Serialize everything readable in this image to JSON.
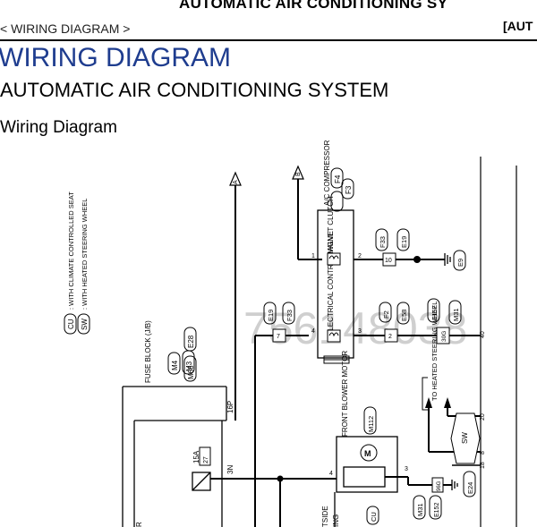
{
  "header": {
    "top_title": "AUTOMATIC AIR CONDITIONING SY",
    "breadcrumb": "< WIRING DIAGRAM >",
    "right_tag": "[AUT"
  },
  "titles": {
    "main": "WIRING DIAGRAM",
    "sub": "AUTOMATIC AIR CONDITIONING SYSTEM",
    "section": "Wiring Diagram"
  },
  "legend": {
    "cu_code": "CU",
    "cu_text": ": WITH CLIMATE CONTROLLED SEAT",
    "sw_code": "SW",
    "sw_text": ": WITH HEATED STEERING WHEEL"
  },
  "watermark": "756148038",
  "arrows": {
    "a": "A",
    "b": "B"
  },
  "fuse_block": {
    "label": "FUSE BLOCK (J/B)",
    "codes": [
      "M4",
      "E28",
      "M3",
      "M68"
    ],
    "pin": "16P"
  },
  "fuse": {
    "amps": "15A",
    "num": "27",
    "pin": "3N"
  },
  "compressor": {
    "label": "A/C COMPRESSOR",
    "codes": [
      "F4",
      "F3"
    ],
    "magnet_clutch": "MAGNET CLUTCH",
    "ecv": "ELECTRICAL CONTROL VALVE",
    "pins": {
      "p1": "1",
      "p2": "2",
      "p3": "3",
      "p4": "4"
    }
  },
  "connectors": {
    "f33_top": "F33",
    "e19_top": "E19",
    "pin10": "10",
    "ground_e9": "E9",
    "e19_mid": "E19",
    "f33_mid": "F33",
    "pin7": "7",
    "f2": "F2",
    "e58": "E58",
    "pin2": "2",
    "e152": "E152",
    "m31": "M31",
    "pin30g": "30G",
    "pin40": "40"
  },
  "heated_steering": {
    "label": "TO HEATED STEERING WHEEL",
    "sw": "SW",
    "pins": {
      "p20": "20",
      "p8": "8",
      "p18": "18"
    }
  },
  "blower": {
    "label": "FRONT BLOWER MOTOR",
    "code": "M112",
    "pin4": "4",
    "pin3": "3",
    "codes_bottom": [
      "M31",
      "E152"
    ],
    "pin96g": "96G",
    "ground_e24": "E24"
  },
  "bottom": {
    "cu": "CU",
    "frag1": "TSIDE",
    "frag2": "ING"
  }
}
